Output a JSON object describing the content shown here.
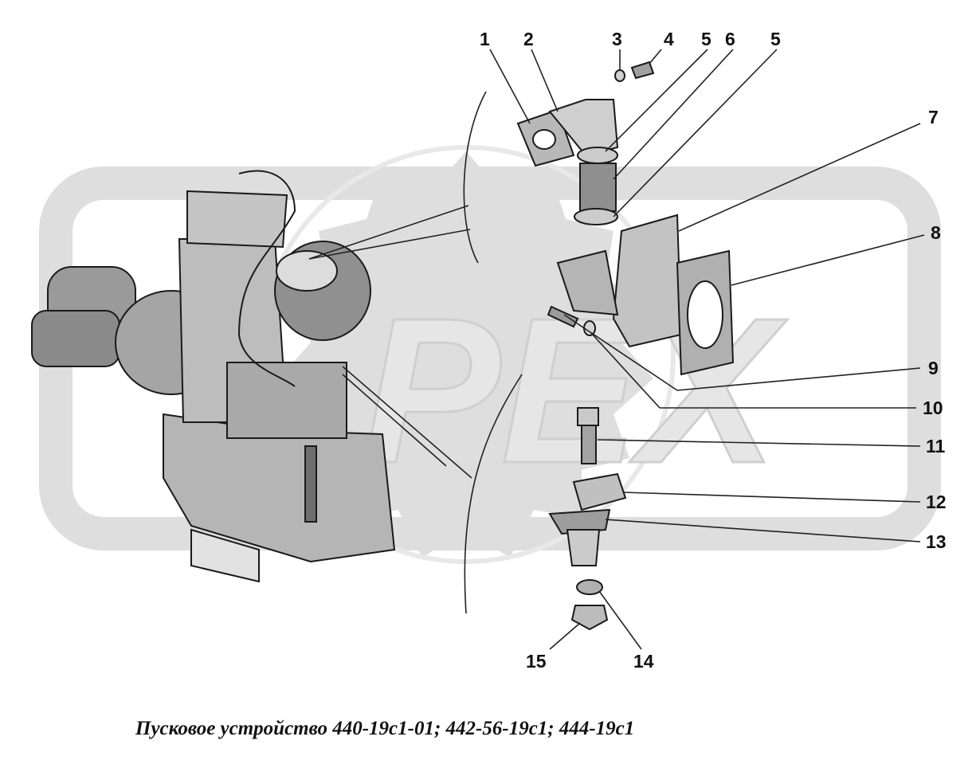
{
  "caption": "Пусковое устройство 440-19с1-01; 442-56-19с1; 444-19с1",
  "watermark_text": "PEX",
  "callouts": [
    "1",
    "2",
    "3",
    "4",
    "5",
    "6",
    "5",
    "7",
    "8",
    "9",
    "10",
    "11",
    "12",
    "13",
    "14",
    "15"
  ],
  "colors": {
    "watermark": "#d9d9d9",
    "part_fill": "#c8c8c8",
    "part_dark": "#7a7a7a",
    "ink": "#111111"
  }
}
